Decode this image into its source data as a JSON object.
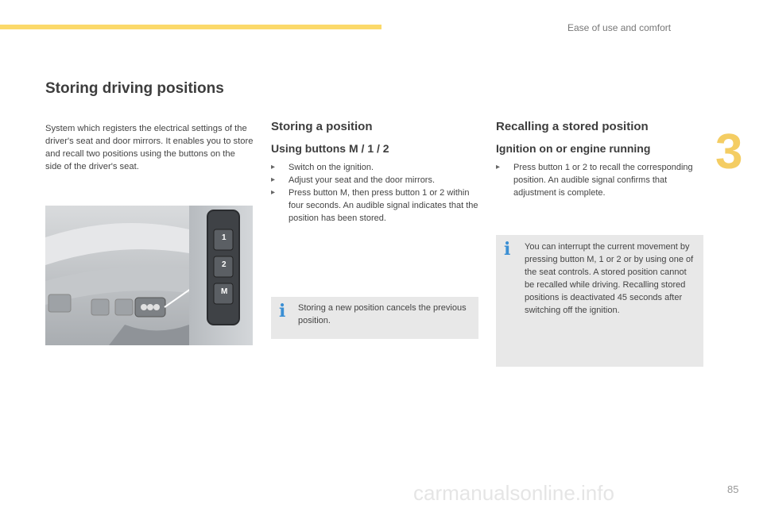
{
  "header": {
    "section_title": "Ease of use and comfort",
    "chapter_number": "3"
  },
  "page": {
    "title": "Storing driving positions",
    "intro": "System which registers the electrical settings of the driver's seat and door mirrors. It enables you to store and recall two positions using the buttons on the side of the driver's seat.",
    "page_number": "85",
    "watermark": "carmanualsonline.info"
  },
  "photo": {
    "button_labels": [
      "1",
      "2",
      "M"
    ]
  },
  "storing": {
    "title": "Storing a position",
    "subtitle": "Using buttons M / 1 / 2",
    "steps": [
      "Switch on the ignition.",
      "Adjust your seat and the door mirrors.",
      "Press button M, then press button 1 or 2 within four seconds. An audible signal indicates that the position has been stored."
    ],
    "bullet": "",
    "info": "Storing a new position cancels the previous position."
  },
  "recalling": {
    "title": "Recalling a stored position",
    "subtitle": "Ignition on or engine running",
    "steps": [
      "Press button 1 or 2 to recall the corresponding position. An audible signal confirms that adjustment is complete."
    ],
    "info": "You can interrupt the current movement by pressing button M, 1 or 2 or by using one of the seat controls. A stored position cannot be recalled while driving. Recalling stored positions is deactivated 45 seconds after switching off the ignition."
  },
  "colors": {
    "accent_yellow": "#fbd96a",
    "info_blue": "#3b8fd4",
    "box_grey": "#e8e8e8"
  }
}
